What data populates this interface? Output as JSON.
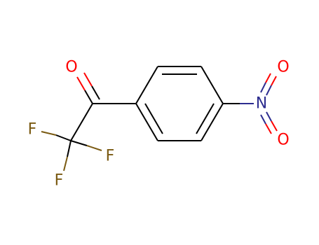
{
  "atoms": {
    "carbonyl_oxygen": {
      "symbol": "O",
      "element": "oxygen"
    },
    "fluorine_left": {
      "symbol": "F",
      "element": "fluorine"
    },
    "fluorine_right": {
      "symbol": "F",
      "element": "fluorine"
    },
    "fluorine_bottom": {
      "symbol": "F",
      "element": "fluorine"
    },
    "nitro_nitrogen": {
      "symbol": "N",
      "element": "nitrogen"
    },
    "nitro_oxygen_top": {
      "symbol": "O",
      "element": "oxygen"
    },
    "nitro_oxygen_bottom": {
      "symbol": "O",
      "element": "oxygen"
    }
  },
  "colors": {
    "bond": "#000000",
    "oxygen": "#ff0000",
    "fluorine": "#7a5a12",
    "nitrogen": "#2d2d8f"
  }
}
